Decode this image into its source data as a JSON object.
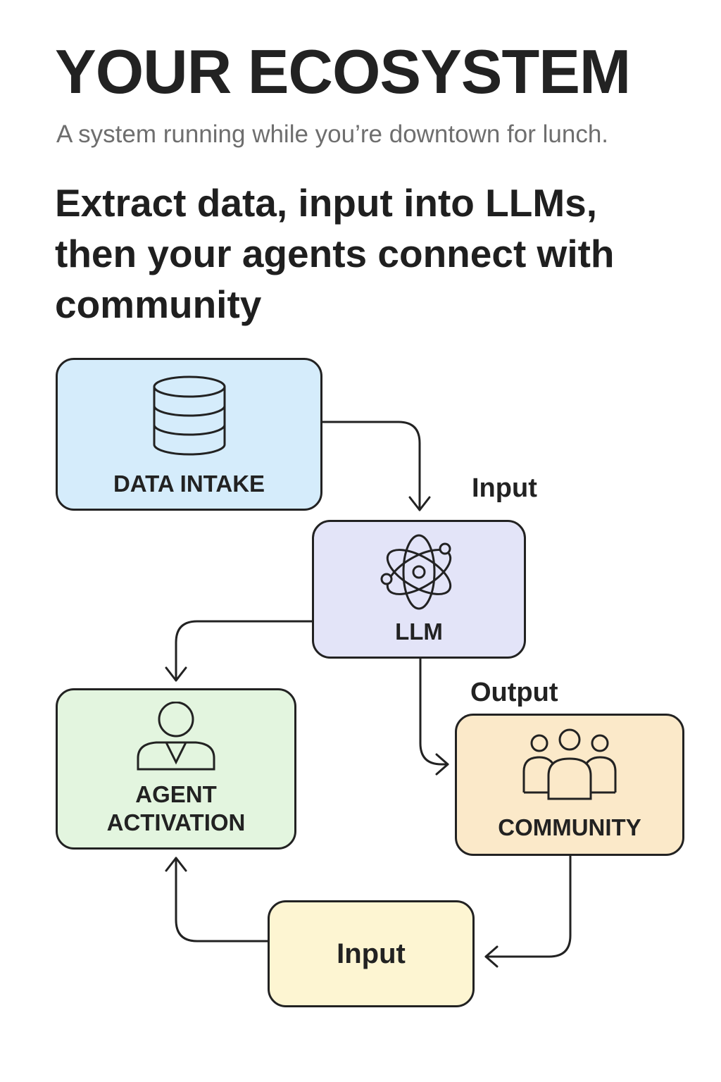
{
  "header": {
    "title": "YOUR ECOSYSTEM",
    "subtitle": "A system running while you’re downtown for lunch.",
    "headline": "Extract data, input into LLMs, then your agents connect with community"
  },
  "nodes": [
    {
      "id": "data-intake",
      "label": "DATA INTAKE",
      "icon": "database-icon",
      "color": "#d5ecfb"
    },
    {
      "id": "llm",
      "label": "LLM",
      "icon": "atom-icon",
      "color": "#e3e4f8"
    },
    {
      "id": "agent-activation",
      "label": "AGENT ACTIVATION",
      "label_lines": [
        "AGENT",
        "ACTIVATION"
      ],
      "icon": "person-icon",
      "color": "#e3f5df"
    },
    {
      "id": "community",
      "label": "COMMUNITY",
      "icon": "people-icon",
      "color": "#fbe9c9"
    },
    {
      "id": "input",
      "label": "Input",
      "icon": null,
      "color": "#fdf5d2"
    }
  ],
  "flow_labels": {
    "llm_input": "Input",
    "community_output": "Output"
  },
  "edges": [
    {
      "from": "data-intake",
      "to": "llm"
    },
    {
      "from": "llm",
      "to": "agent-activation"
    },
    {
      "from": "llm",
      "to": "community"
    },
    {
      "from": "community",
      "to": "input"
    },
    {
      "from": "input",
      "to": "agent-activation"
    }
  ],
  "colors": {
    "stroke": "#222222",
    "title": "#222222",
    "subtitle": "#6e6e6e"
  }
}
